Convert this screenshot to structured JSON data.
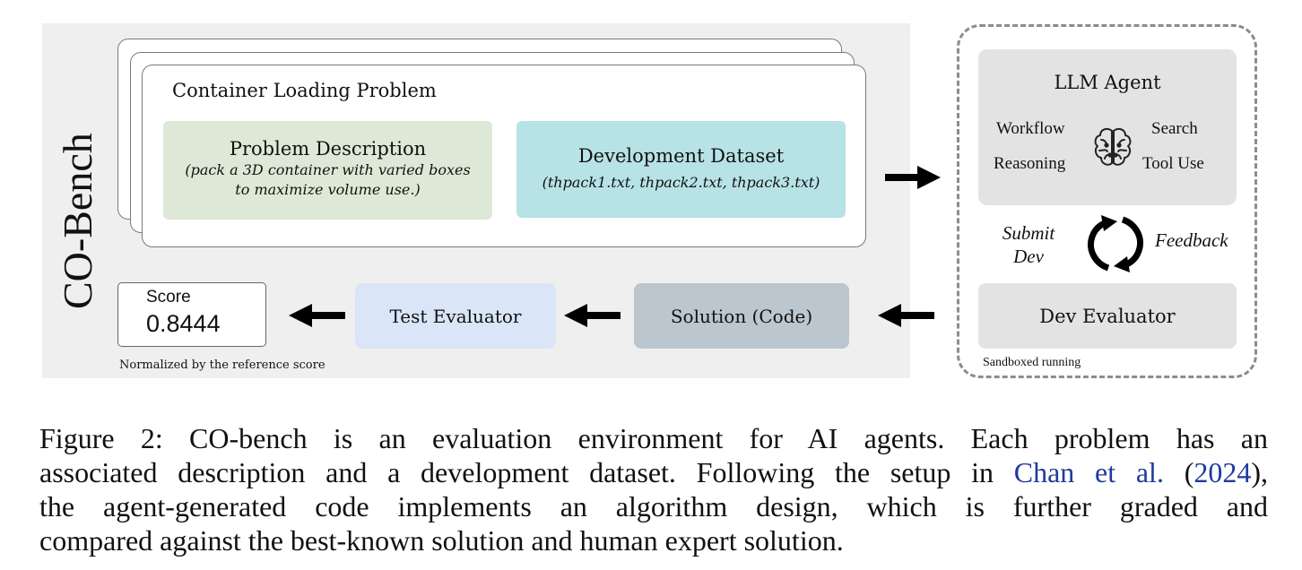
{
  "side_label": "CO-Bench",
  "problem_card": {
    "title": "Container Loading Problem",
    "description": {
      "title": "Problem Description",
      "line1": "(pack a 3D container with varied boxes",
      "line2": "to maximize volume use.)"
    },
    "dataset": {
      "title": "Development Dataset",
      "files": "(thpack1.txt, thpack2.txt, thpack3.txt)"
    }
  },
  "score": {
    "label": "Score",
    "value": "0.8444",
    "note": "Normalized by the reference score"
  },
  "test_evaluator": "Test Evaluator",
  "solution": "Solution (Code)",
  "agent": {
    "title": "LLM Agent",
    "items": [
      "Workflow",
      "Search",
      "Reasoning",
      "Tool Use"
    ]
  },
  "loop": {
    "submit_line1": "Submit",
    "submit_line2": "Dev",
    "feedback": "Feedback"
  },
  "dev_evaluator": "Dev Evaluator",
  "sandbox_note": "Sandboxed running",
  "caption": {
    "line1": "Figure 2: CO-bench is an evaluation environment for AI agents. Each problem has an",
    "line2_pre": "associated description and a development dataset. Following the setup in ",
    "line2_cite": "Chan et al.",
    "line2_paren_open": " (",
    "line2_year": "2024",
    "line2_paren_close": "),",
    "line3": "the agent-generated code implements an algorithm design, which is further graded and",
    "line4": "compared against the best-known solution and human expert solution."
  },
  "colors": {
    "panel_bg": "#efefef",
    "description_bg": "#dde9d6",
    "dataset_bg": "#b7e3e7",
    "test_evaluator_bg": "#dae6f7",
    "solution_bg": "#bcc6ce",
    "agent_bg": "#e3e3e3",
    "citation": "#1f3b9c"
  },
  "icons": [
    "brain-icon",
    "cycle-arrows-icon",
    "arrow-right-icon",
    "arrow-left-icon"
  ]
}
